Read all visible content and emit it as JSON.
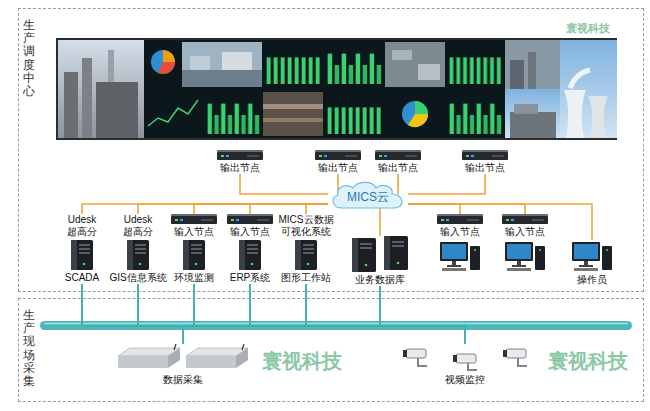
{
  "diagram": {
    "nodes": [
      {
        "text": [
          "生产调度中心"
        ]
      },
      {
        "text": [
          "生产现场采集"
        ]
      },
      {
        "text": [
          "输出节点"
        ],
        "in": 0
      },
      {
        "text": [
          "输出节点"
        ],
        "in": 0
      },
      {
        "text": [
          "输出节点"
        ],
        "in": 0
      },
      {
        "text": [
          "输出节点"
        ],
        "in": 0
      },
      {
        "text": [
          "MICS云"
        ],
        "in": 0
      },
      {
        "text": [
          "Udesk 超高分",
          "SCADA"
        ],
        "in": 0
      },
      {
        "text": [
          "Udesk 超高分",
          "GIS信息系统"
        ],
        "in": 0
      },
      {
        "text": [
          "输入节点",
          "环境监测"
        ],
        "in": 0
      },
      {
        "text": [
          "输入节点",
          "ERP系统"
        ],
        "in": 0
      },
      {
        "text": [
          "MICS云数据 可视化系统",
          "图形工作站"
        ],
        "in": 0
      },
      {
        "text": [
          "业务数据库"
        ],
        "in": 0
      },
      {
        "text": [
          "输入节点"
        ],
        "in": 0
      },
      {
        "text": [
          "输入节点"
        ],
        "in": 0
      },
      {
        "text": [
          "操作员"
        ],
        "in": 0
      },
      {
        "text": [
          "数据采集"
        ],
        "in": 1
      },
      {
        "text": [
          "视频监控"
        ],
        "in": 1
      }
    ],
    "edges": [
      {
        "from": 6,
        "to": 2,
        "arrow": "none"
      },
      {
        "from": 6,
        "to": 3,
        "arrow": "none"
      },
      {
        "from": 6,
        "to": 4,
        "arrow": "none"
      },
      {
        "from": 6,
        "to": 5,
        "arrow": "none"
      },
      {
        "from": 6,
        "to": 7,
        "arrow": "none"
      },
      {
        "from": 6,
        "to": 8,
        "arrow": "none"
      },
      {
        "from": 6,
        "to": 9,
        "arrow": "none"
      },
      {
        "from": 6,
        "to": 10,
        "arrow": "none"
      },
      {
        "from": 6,
        "to": 11,
        "arrow": "none"
      },
      {
        "from": 6,
        "to": 12,
        "arrow": "none"
      },
      {
        "from": 6,
        "to": 13,
        "arrow": "none"
      },
      {
        "from": 6,
        "to": 14,
        "arrow": "none"
      },
      {
        "from": 6,
        "to": 15,
        "arrow": "none"
      },
      {
        "from": 7,
        "to": 16,
        "arrow": "none"
      },
      {
        "from": 8,
        "to": 16,
        "arrow": "none"
      },
      {
        "from": 9,
        "to": 16,
        "arrow": "none"
      },
      {
        "from": 10,
        "to": 16,
        "arrow": "none"
      },
      {
        "from": 11,
        "to": 16,
        "arrow": "none"
      },
      {
        "from": 12,
        "to": 16,
        "arrow": "none"
      },
      {
        "from": 7,
        "to": 17,
        "arrow": "none"
      },
      {
        "from": 8,
        "to": 17,
        "arrow": "none"
      },
      {
        "from": 9,
        "to": 17,
        "arrow": "none"
      },
      {
        "from": 10,
        "to": 17,
        "arrow": "none"
      },
      {
        "from": 11,
        "to": 17,
        "arrow": "none"
      },
      {
        "from": 12,
        "to": 17,
        "arrow": "none"
      }
    ],
    "labels": [
      "寰视科技",
      "寰视科技",
      "寰视科技"
    ]
  }
}
